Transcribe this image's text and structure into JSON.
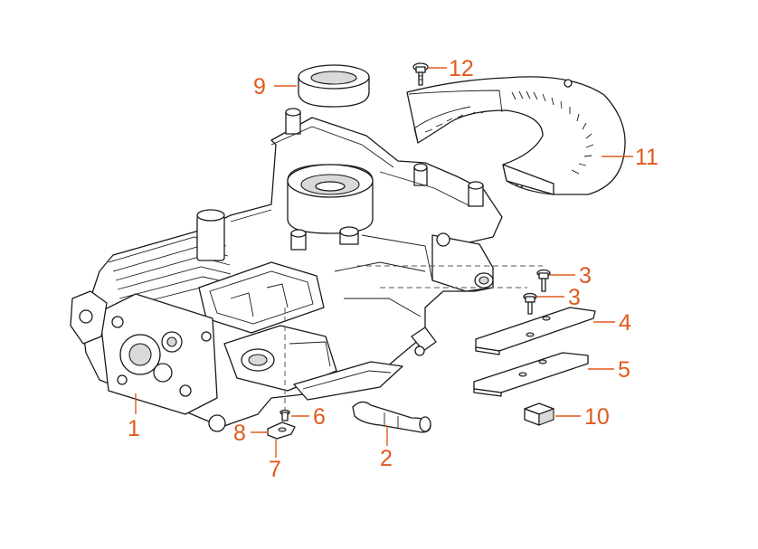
{
  "diagram": {
    "callout_color": "#e05a1e",
    "line_color": "#1a1a1a",
    "labels": {
      "p1": "1",
      "p2": "2",
      "p3a": "3",
      "p3b": "3",
      "p4": "4",
      "p5": "5",
      "p6": "6",
      "p7": "7",
      "p8": "8",
      "p9": "9",
      "p10": "10",
      "p11": "11",
      "p12": "12"
    }
  }
}
